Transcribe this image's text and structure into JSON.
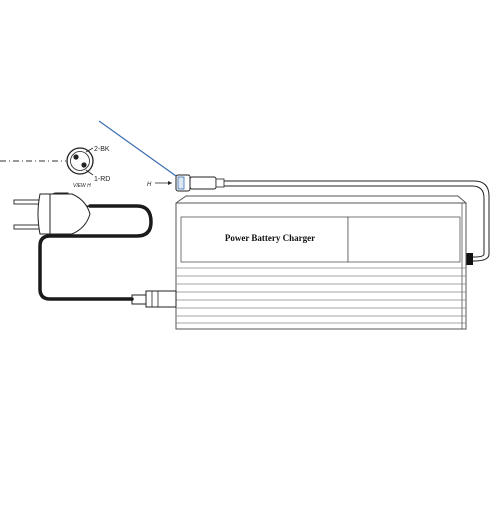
{
  "charger": {
    "label": "Power Battery Charger"
  },
  "connector_view": {
    "pin_top": "2-BK",
    "pin_bottom": "1-RD",
    "view_label": "VIEW H"
  },
  "callout": {
    "letter": "H"
  },
  "colors": {
    "line": "#111111",
    "cable": "#1a1a1a",
    "pointer": "#3a6fb0",
    "body_stroke": "#555555"
  }
}
